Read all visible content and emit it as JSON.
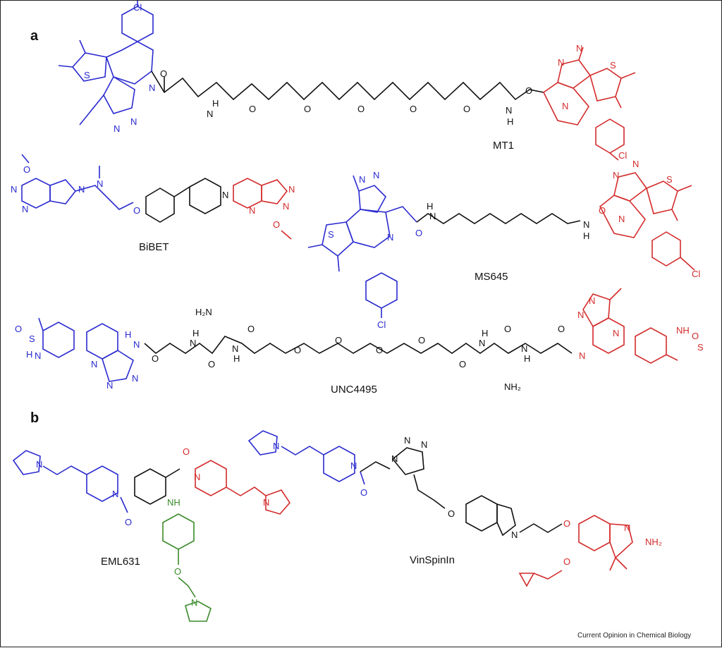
{
  "figure": {
    "panels": [
      "a",
      "b"
    ],
    "compounds": [
      "MT1",
      "BiBET",
      "MS645",
      "UNC4495",
      "EML631",
      "VinSpinIn"
    ],
    "credit": "Current Opinion in Chemical Biology"
  },
  "colors": {
    "blue": "#2a2ad0",
    "red": "#d42a2a",
    "black": "#111111",
    "green": "#3a8a2a"
  }
}
